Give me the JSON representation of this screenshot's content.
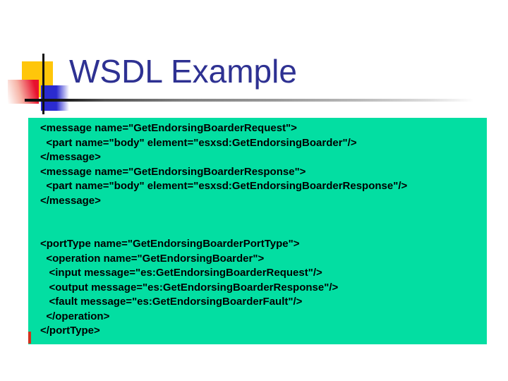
{
  "slide": {
    "title": "WSDL Example"
  },
  "colors": {
    "title_text": "#2e3192",
    "code_box_background": "#03dea2",
    "code_text": "#000000",
    "logo_yellow": "#ffc60a",
    "logo_red": "#e8112d",
    "logo_blue": "#2b2bd0",
    "rule_gray": "#999999"
  },
  "code": {
    "message_lines": [
      "<message name=\"GetEndorsingBoarderRequest\">",
      "  <part name=\"body\" element=\"esxsd:GetEndorsingBoarder\"/>",
      "</message>",
      "<message name=\"GetEndorsingBoarderResponse\">",
      "  <part name=\"body\" element=\"esxsd:GetEndorsingBoarderResponse\"/>",
      "</message>"
    ],
    "porttype_lines": [
      "<portType name=\"GetEndorsingBoarderPortType\">",
      "  <operation name=\"GetEndorsingBoarder\">",
      "   <input message=\"es:GetEndorsingBoarderRequest\"/>",
      "   <output message=\"es:GetEndorsingBoarderResponse\"/>",
      "   <fault message=\"es:GetEndorsingBoarderFault\"/>",
      "  </operation>",
      "</portType>"
    ]
  }
}
